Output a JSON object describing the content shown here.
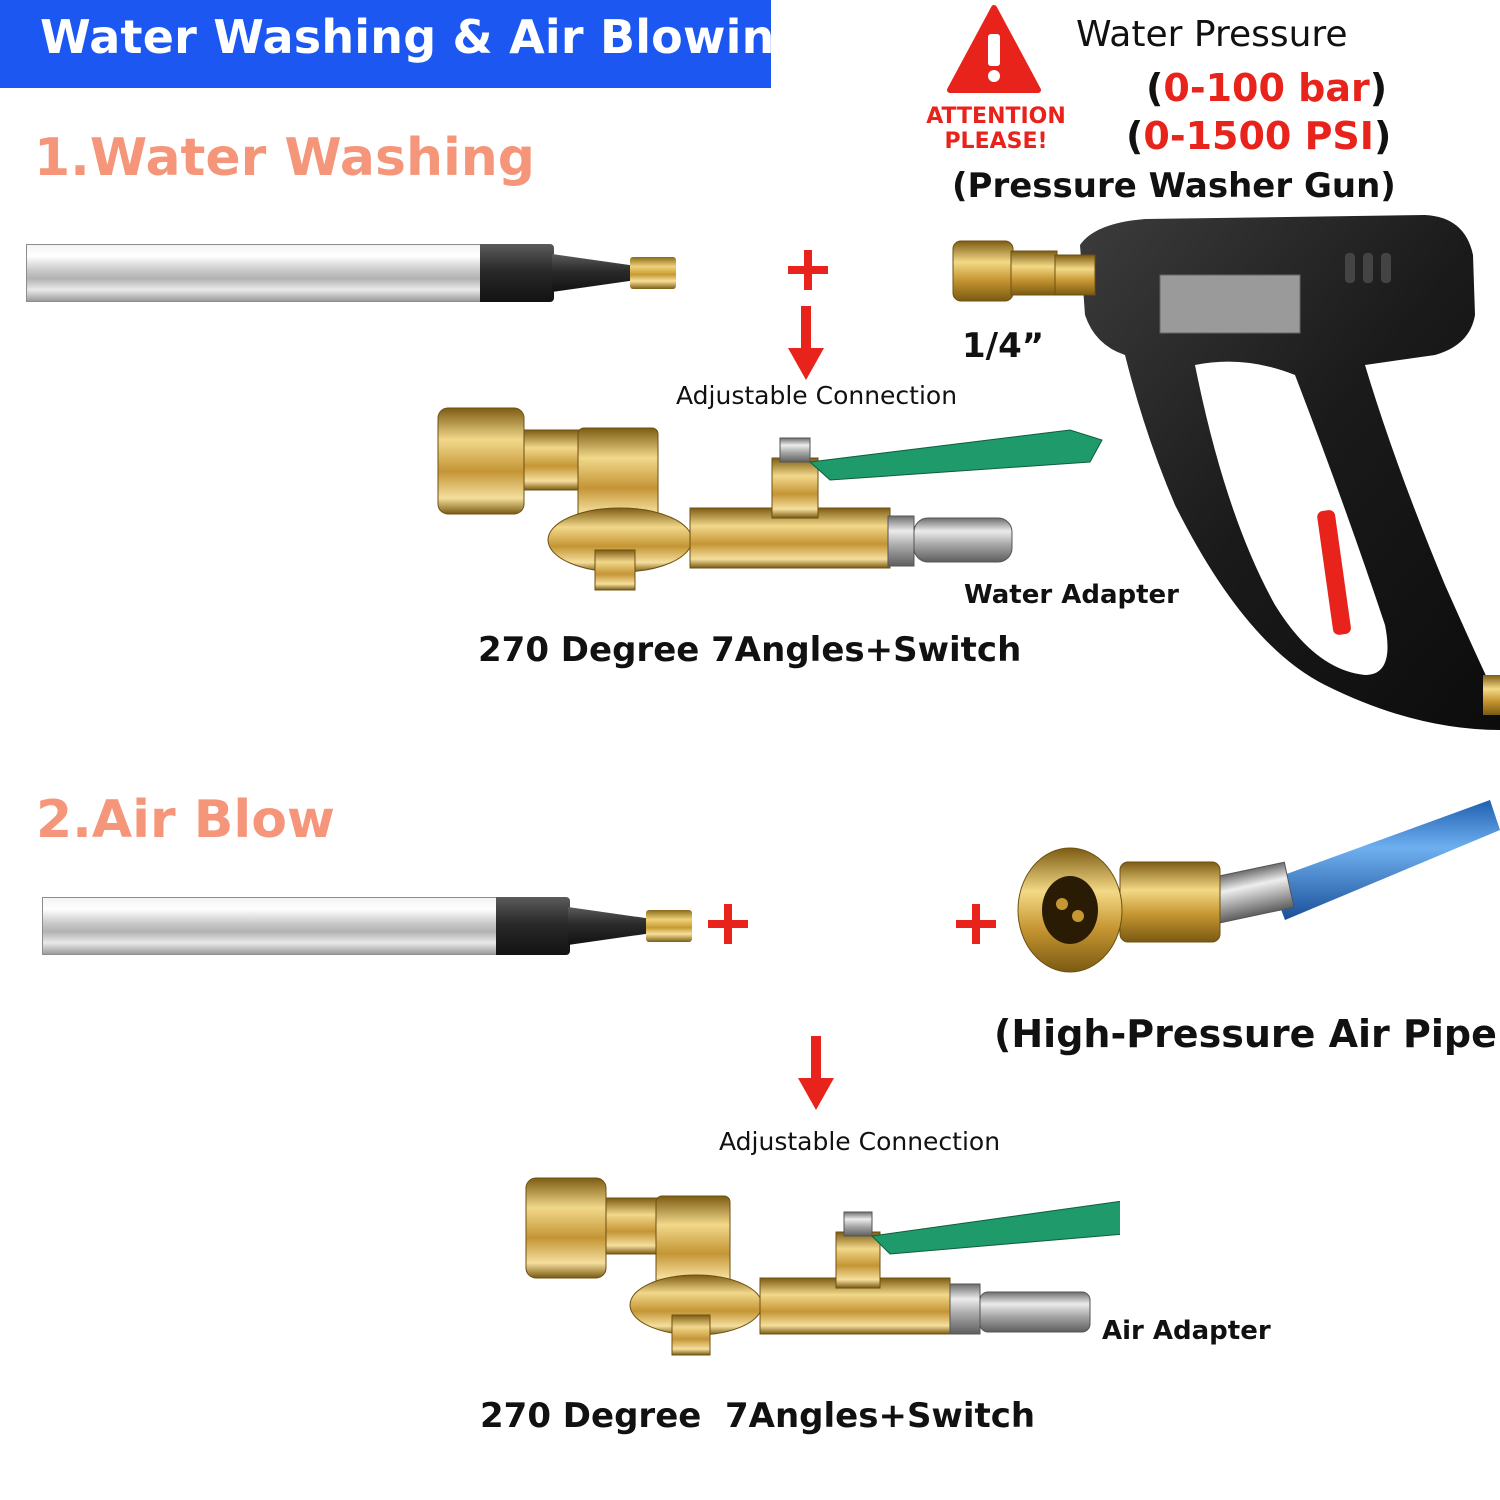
{
  "banner": {
    "title": "Water Washing & Air Blowing"
  },
  "section1": {
    "title": "1.Water Washing",
    "adjustable_label": "Adjustable Connection",
    "fitting_label": "270 Degree 7Angles+Switch",
    "adapter_label": "Water Adapter"
  },
  "attention": {
    "line1": "ATTENTION",
    "line2": "PLEASE!"
  },
  "pressure": {
    "title": "Water Pressure",
    "bar_value": "0-100 bar",
    "psi_value": "0-1500 PSI",
    "gun_label": "(Pressure Washer Gun)",
    "open_paren": "(",
    "close_paren": ")"
  },
  "gun": {
    "thread_size": "1/4”"
  },
  "section2": {
    "title": "2.Air Blow",
    "adjustable_label": "Adjustable Connection",
    "fitting_label": "270 Degree  7Angles+Switch",
    "adapter_label": "Air Adapter",
    "pipe_label": "(High-Pressure Air Pipe)"
  },
  "colors": {
    "banner": "#1b57f0",
    "section_title": "#f5967a",
    "accent_red": "#e8231c",
    "valve_handle": "#1f9a6a",
    "air_hose": "#3a7fd0"
  }
}
